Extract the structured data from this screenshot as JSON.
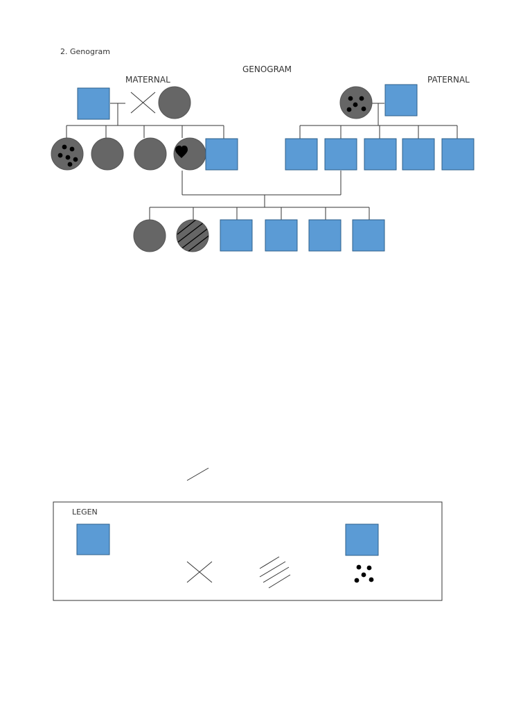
{
  "page": {
    "section_title": "2. Genogram"
  },
  "genogram": {
    "title": "GENOGRAM",
    "maternal_label": "MATERNAL",
    "paternal_label": "PATERNAL",
    "colors": {
      "male_fill": "#5b9bd5",
      "male_stroke": "#2e5f8a",
      "female_fill": "#666666",
      "female_stroke": "#555555",
      "line": "#333333",
      "marker": "#000000"
    }
  },
  "legend": {
    "title": "LEGEN"
  }
}
